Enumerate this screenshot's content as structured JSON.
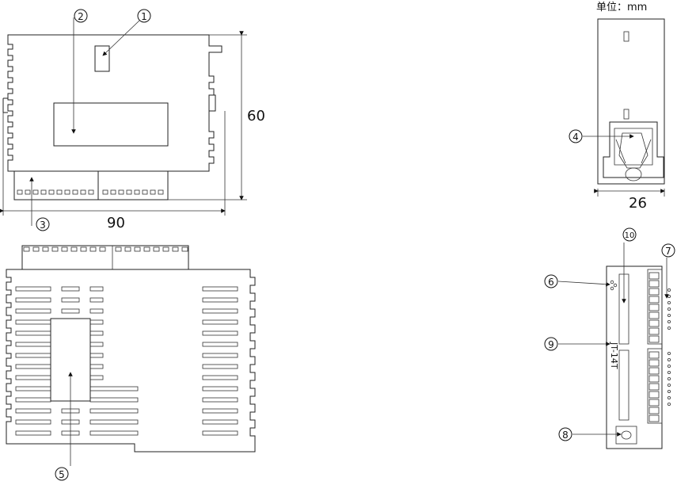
{
  "units_label": "单位：mm",
  "dimensions": {
    "height": "60",
    "width": "90",
    "side_width": "26"
  },
  "callouts": {
    "c1": "1",
    "c2": "2",
    "c3": "3",
    "c4": "4",
    "c5": "5",
    "c6": "6",
    "c7": "7",
    "c8": "8",
    "c9": "9",
    "c10": "10"
  },
  "model_label": "JT-14T"
}
